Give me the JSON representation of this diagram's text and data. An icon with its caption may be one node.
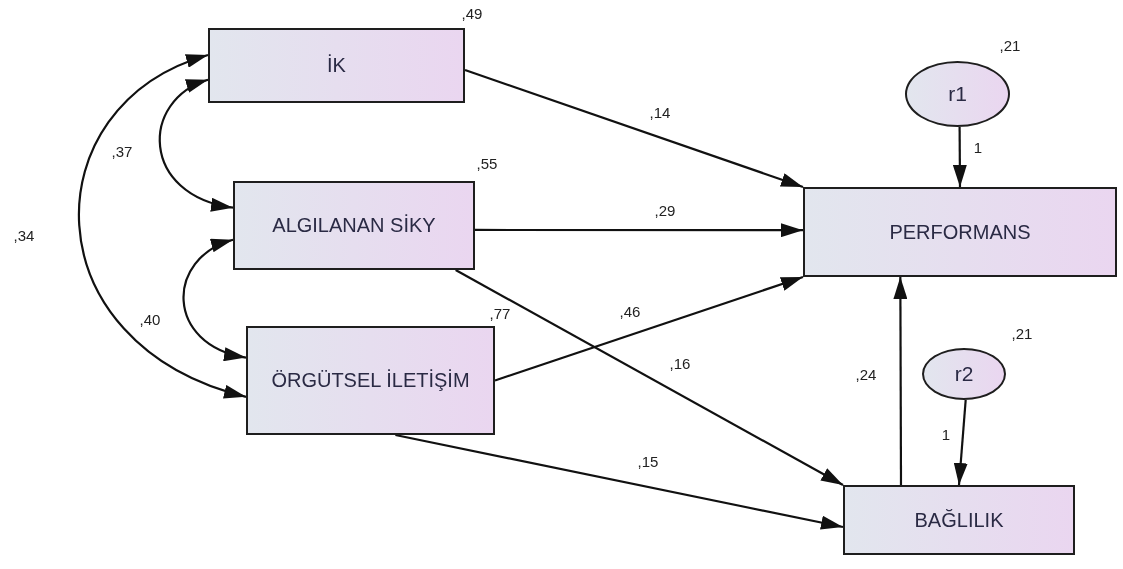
{
  "diagram": {
    "nodes": [
      {
        "text": [
          "İK"
        ],
        "beside": [
          ",49"
        ]
      },
      {
        "text": [
          "ALGILANAN SİKY"
        ],
        "beside": [
          ",55"
        ]
      },
      {
        "text": [
          "ÖRGÜTSEL İLETİŞİM"
        ],
        "beside": [
          ",77"
        ]
      },
      {
        "text": [
          "r1"
        ],
        "beside": [
          ",21"
        ]
      },
      {
        "text": [
          "PERFORMANS"
        ]
      },
      {
        "text": [
          "r2"
        ],
        "beside": [
          ",21"
        ]
      },
      {
        "text": [
          "BAĞLILIK"
        ]
      }
    ],
    "edges": [
      {
        "from": 0,
        "to": 4,
        "arrow": "to",
        "label": ",14"
      },
      {
        "from": 1,
        "to": 4,
        "arrow": "to",
        "label": ",29"
      },
      {
        "from": 2,
        "to": 4,
        "arrow": "to",
        "label": ",46"
      },
      {
        "from": 1,
        "to": 6,
        "arrow": "to",
        "label": ",16"
      },
      {
        "from": 2,
        "to": 6,
        "arrow": "to",
        "label": ",15"
      },
      {
        "from": 6,
        "to": 4,
        "arrow": "to",
        "label": ",24"
      },
      {
        "from": 3,
        "to": 4,
        "arrow": "to",
        "label": "1"
      },
      {
        "from": 5,
        "to": 6,
        "arrow": "to",
        "label": "1"
      },
      {
        "from": 0,
        "to": 1,
        "arrow": "both",
        "label": ",37"
      },
      {
        "from": 1,
        "to": 2,
        "arrow": "both",
        "label": ",40"
      },
      {
        "from": 0,
        "to": 2,
        "arrow": "both",
        "label": ",34"
      }
    ]
  }
}
